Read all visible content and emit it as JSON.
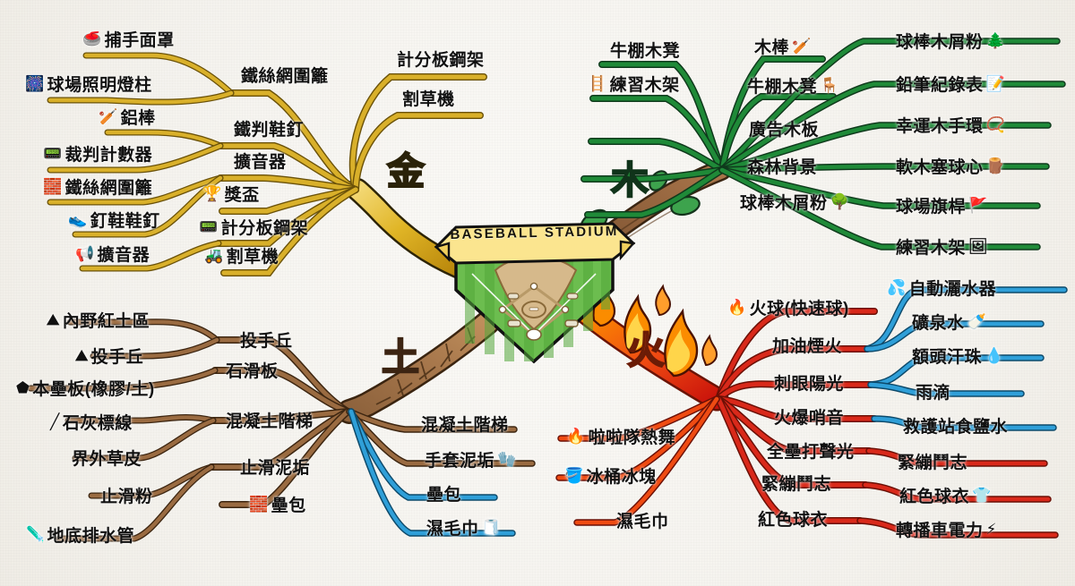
{
  "center": {
    "title": "BASEBALL STADIUM",
    "shape": "baseball-field-shield-with-banner"
  },
  "theme": {
    "background": "#f4f2ed",
    "metal": "#d4a017",
    "wood": "#1f7a33",
    "earth": "#8a5a32",
    "fire": "#d32314",
    "water": "#1f8fd0",
    "text": "#111111"
  },
  "branches": [
    {
      "id": "metal",
      "element_label": "金",
      "color": "#d4a017",
      "position": "top-left",
      "inner": [
        {
          "label": "鐵絲網圍籬",
          "icon": ""
        },
        {
          "label": "計分板鋼架",
          "icon": ""
        },
        {
          "label": "割草機",
          "icon": ""
        },
        {
          "label": "鐵判鞋釘",
          "icon": ""
        },
        {
          "label": "擴音器",
          "icon": ""
        },
        {
          "label": "獎盃",
          "icon": "🏆"
        },
        {
          "label": "計分板鋼架",
          "icon": "📟"
        },
        {
          "label": "割草機",
          "icon": "🚜"
        }
      ],
      "outer": [
        {
          "label": "捕手面罩",
          "icon": "🥌"
        },
        {
          "label": "球場照明燈柱",
          "icon": "🎆"
        },
        {
          "label": "鋁棒",
          "icon": "🏏"
        },
        {
          "label": "裁判計數器",
          "icon": "📟"
        },
        {
          "label": "鐵絲網圍籬",
          "icon": "🧱"
        },
        {
          "label": "釘鞋鞋釘",
          "icon": "👟"
        },
        {
          "label": "擴音器",
          "icon": "📢"
        }
      ]
    },
    {
      "id": "wood",
      "element_label": "木",
      "color": "#1f7a33",
      "position": "top-right",
      "inner": [
        {
          "label": "牛棚木凳",
          "icon": ""
        },
        {
          "label": "練習木架",
          "icon": "🪜"
        },
        {
          "label": "木棒",
          "icon": "🏏"
        },
        {
          "label": "牛棚木凳",
          "icon": "🪑"
        },
        {
          "label": "廣告木板",
          "icon": ""
        },
        {
          "label": "森林背景",
          "icon": ""
        },
        {
          "label": "球棒木屑粉",
          "icon": "🌳"
        }
      ],
      "outer": [
        {
          "label": "球棒木屑粉",
          "icon": "🌲"
        },
        {
          "label": "鉛筆紀錄表",
          "icon": "📝"
        },
        {
          "label": "幸運木手環",
          "icon": "📿"
        },
        {
          "label": "軟木塞球心",
          "icon": "🪵"
        },
        {
          "label": "球場旗桿",
          "icon": "🚩"
        },
        {
          "label": "練習木架",
          "icon": "🖼"
        }
      ]
    },
    {
      "id": "earth",
      "element_label": "土",
      "color": "#8a5a32",
      "position": "bottom-left",
      "inner": [
        {
          "label": "投手丘",
          "icon": ""
        },
        {
          "label": "石滑板",
          "icon": ""
        },
        {
          "label": "混凝土階梯",
          "icon": ""
        },
        {
          "label": "止滑泥垢",
          "icon": ""
        },
        {
          "label": "壘包",
          "icon": "🧱"
        }
      ],
      "outer": [
        {
          "label": "內野紅土區",
          "icon": "⛰"
        },
        {
          "label": "投手丘",
          "icon": "⛰"
        },
        {
          "label": "本壘板(橡膠/土)",
          "icon": "⬟"
        },
        {
          "label": "石灰標線",
          "icon": "╱"
        },
        {
          "label": "界外草皮",
          "icon": ""
        },
        {
          "label": "止滑粉",
          "icon": ""
        },
        {
          "label": "地底排水管",
          "icon": "🧪"
        }
      ],
      "right_leaves": [
        {
          "label": "混凝土階梯",
          "icon": "",
          "color": "#8a5a32"
        },
        {
          "label": "手套泥垢",
          "icon": "🧤",
          "color": "#8a5a32"
        },
        {
          "label": "壘包",
          "icon": "",
          "color": "#1f8fd0"
        },
        {
          "label": "濕毛巾",
          "icon": "🧻",
          "color": "#1f8fd0"
        }
      ]
    },
    {
      "id": "fire",
      "element_label": "火",
      "color": "#d32314",
      "position": "bottom-right",
      "inner": [
        {
          "label": "火球(快速球)",
          "icon": "🔥"
        },
        {
          "label": "加油煙火",
          "icon": ""
        },
        {
          "label": "刺眼陽光",
          "icon": ""
        },
        {
          "label": "火爆哨音",
          "icon": ""
        },
        {
          "label": "全壘打聲光",
          "icon": ""
        },
        {
          "label": "緊繃鬥志",
          "icon": ""
        },
        {
          "label": "紅色球衣",
          "icon": ""
        }
      ],
      "left_leaves": [
        {
          "label": "啦啦隊熱舞",
          "icon": "🔥"
        },
        {
          "label": "冰桶冰塊",
          "icon": "🪣"
        },
        {
          "label": "濕毛巾",
          "icon": ""
        }
      ],
      "outer": [
        {
          "label": "緊繃鬥志",
          "icon": ""
        },
        {
          "label": "紅色球衣",
          "icon": "👕"
        },
        {
          "label": "轉播車電力",
          "icon": "⚡"
        }
      ]
    },
    {
      "id": "water",
      "element_label": "",
      "color": "#1f8fd0",
      "position": "right",
      "outer": [
        {
          "label": "自動灑水器",
          "icon": "💦"
        },
        {
          "label": "礦泉水",
          "icon": "🍼"
        },
        {
          "label": "額頭汗珠",
          "icon": "💧"
        },
        {
          "label": "雨滴",
          "icon": ""
        },
        {
          "label": "救護站食鹽水",
          "icon": ""
        }
      ]
    }
  ]
}
